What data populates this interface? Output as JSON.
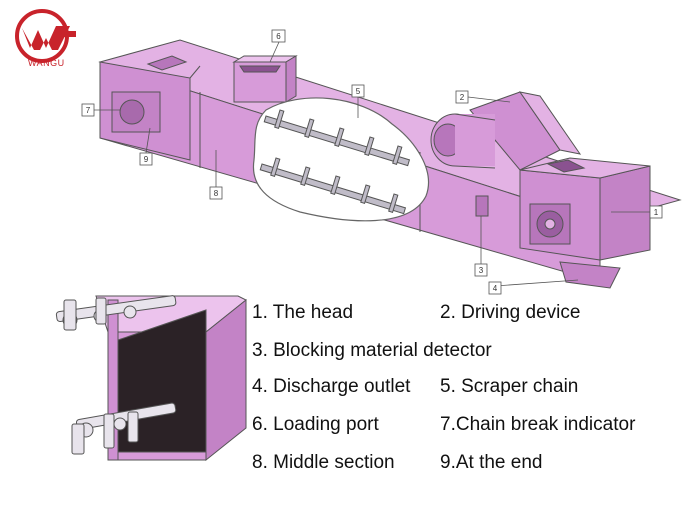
{
  "brand": {
    "name": "WANGU",
    "color": "#c8232b"
  },
  "colors": {
    "machine_fill": "#d79bd9",
    "machine_dark": "#b776bb",
    "outline": "#555555",
    "chain": "#c0bcc8",
    "material": "#2b2226"
  },
  "callouts": [
    "1",
    "2",
    "3",
    "4",
    "5",
    "6",
    "7",
    "8",
    "9"
  ],
  "legend": [
    "1. The head",
    "2. Driving device",
    "3. Blocking material detector",
    "4. Discharge outlet",
    "5. Scraper chain",
    "6.  Loading port",
    "7.Chain break indicator",
    "8. Middle section",
    "9.At the end"
  ]
}
